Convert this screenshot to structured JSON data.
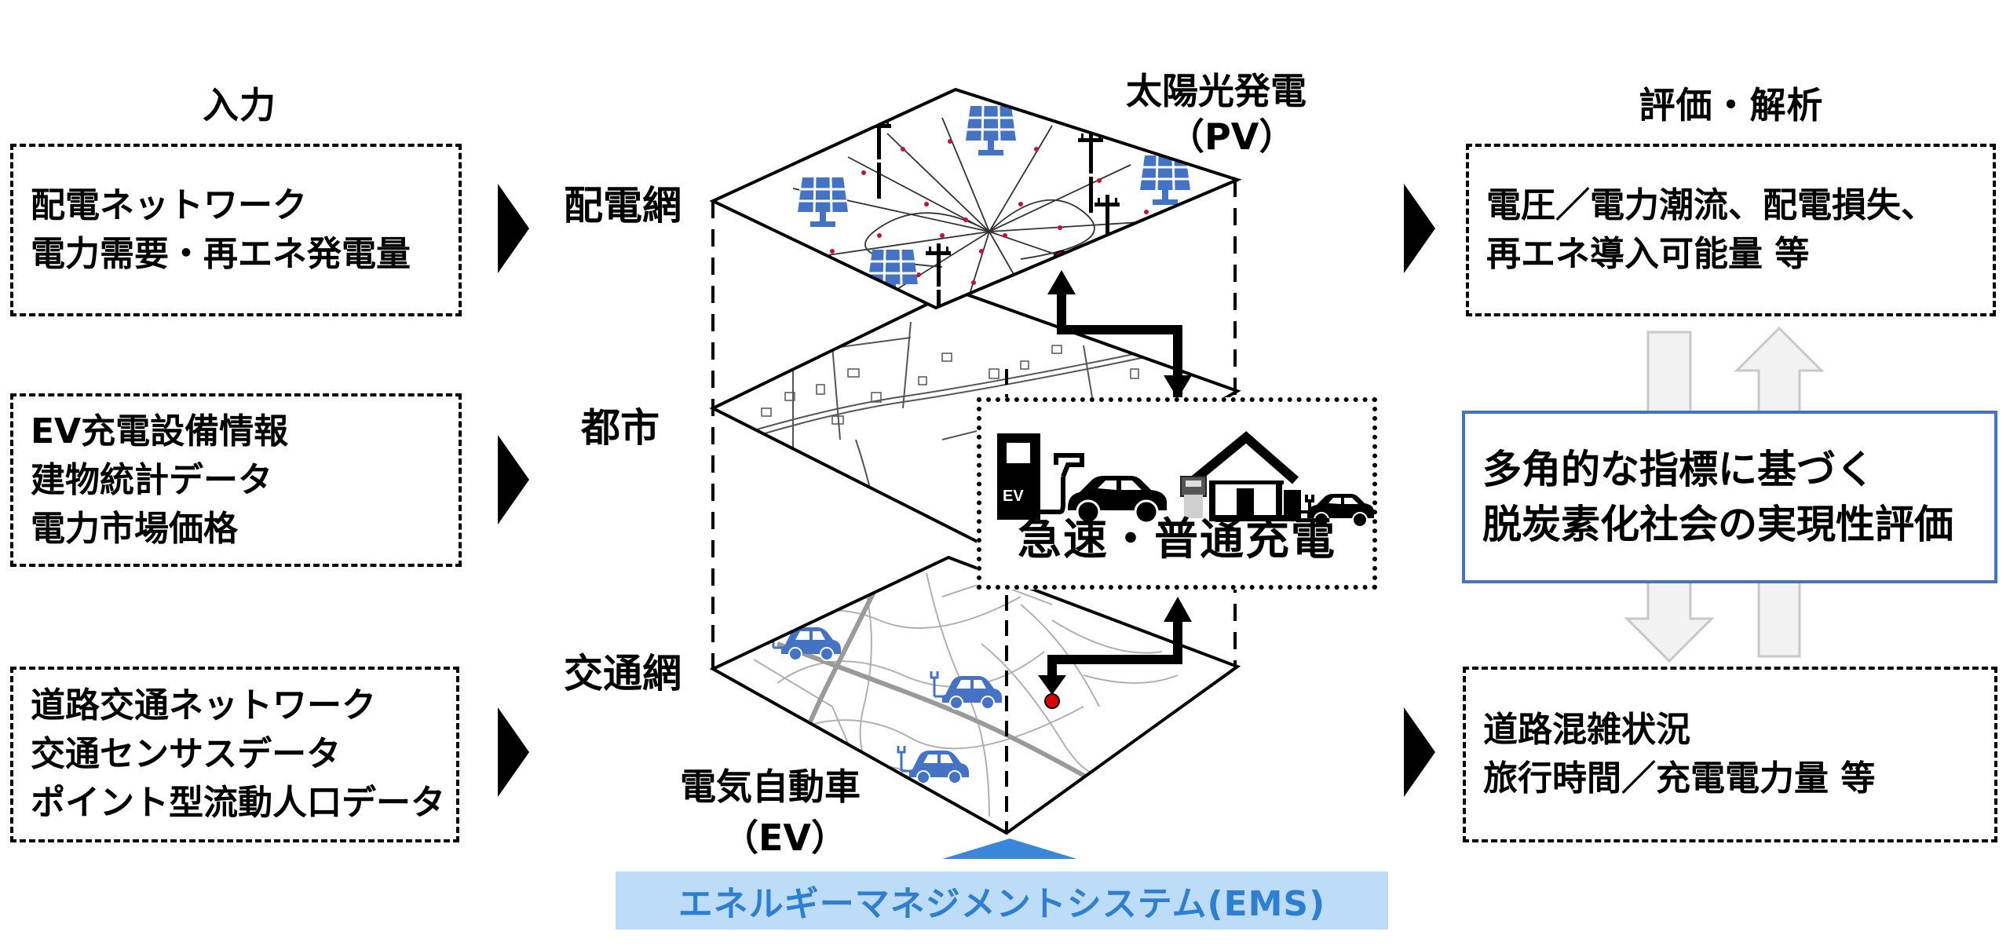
{
  "input": {
    "title": "入力",
    "boxes": [
      {
        "lines": [
          "配電ネットワーク",
          "電力需要・再エネ発電量"
        ]
      },
      {
        "lines": [
          "EV充電設備情報",
          "建物統計データ",
          "電力市場価格"
        ]
      },
      {
        "lines": [
          "道路交通ネットワーク",
          "交通センサスデータ",
          "ポイント型流動人口データ"
        ]
      }
    ]
  },
  "layers": {
    "distribution": "配電網",
    "city": "都市",
    "traffic": "交通網",
    "pv_label": "太陽光発電",
    "pv_abbr": "（PV）",
    "ev_label": "電気自動車",
    "ev_abbr": "（EV）"
  },
  "charging": {
    "station_text": "EV",
    "label": "急速・普通充電"
  },
  "ems": {
    "label": "エネルギーマネジメントシステム(EMS)"
  },
  "evaluation": {
    "title": "評価・解析",
    "boxes": [
      {
        "lines": [
          "電圧／電力潮流、配電損失、",
          "再エネ導入可能量 等"
        ]
      },
      {
        "lines": [
          "道路混雑状況",
          "旅行時間／充電電力量 等"
        ]
      }
    ],
    "center": {
      "lines": [
        "多角的な指標に基づく",
        "脱炭素化社会の実現性評価"
      ]
    }
  },
  "colors": {
    "accent_blue": "#4472c4",
    "ems_text": "#2f7fd1",
    "ems_bar": "#bcdcf7",
    "ems_triangle": "#3a86d8",
    "node_red": "#e00000",
    "grid_branch_red": "#c8102e",
    "road_gray": "#9a9a9a"
  }
}
